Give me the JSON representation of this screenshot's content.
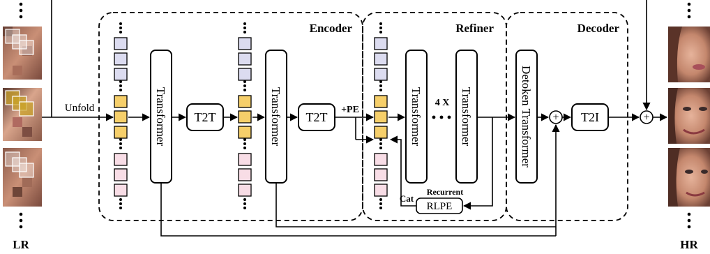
{
  "title": "",
  "stages": {
    "encoder": "Encoder",
    "refiner": "Refiner",
    "decoder": "Decoder"
  },
  "blocks": {
    "transformer": "Transformer",
    "t2t": "T2T",
    "detoken_transformer": "Detoken Transformer",
    "t2i": "T2I",
    "rlpe": "RLPE"
  },
  "labels": {
    "unfold": "Unfold",
    "pe": "+PE",
    "repeat": "4 X",
    "recurrent": "Recurrent",
    "cat": "Cat",
    "plus": "+",
    "lr": "LR",
    "hr": "HR"
  },
  "colors": {
    "token_top": "#dcdcf0",
    "token_mid": "#f6cf6a",
    "token_bottom": "#f8dde6",
    "patch_overlay": "#c9a227",
    "face_skin": "#c98f76"
  }
}
